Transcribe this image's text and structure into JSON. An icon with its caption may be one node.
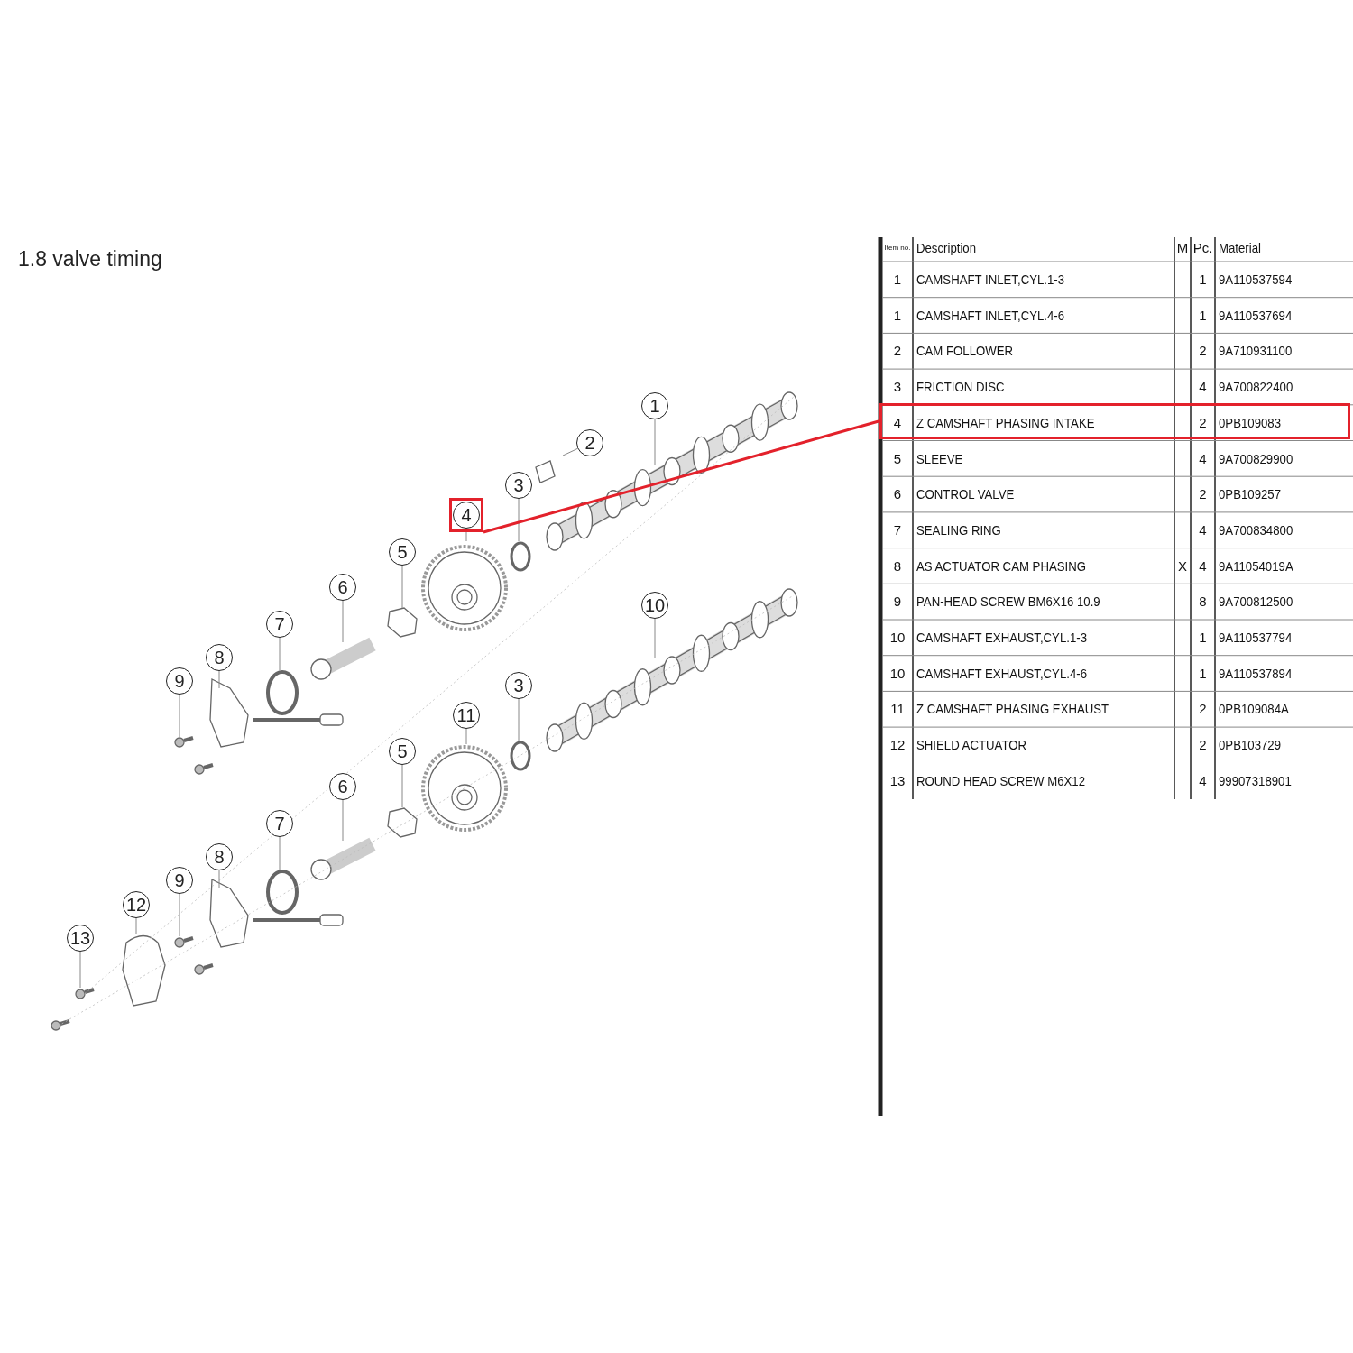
{
  "diagram": {
    "title": "1.8 valve timing",
    "nodes": [
      {
        "text": [
          "1"
        ]
      },
      {
        "text": [
          "2"
        ]
      },
      {
        "text": [
          "3"
        ]
      },
      {
        "text": [
          "4"
        ]
      },
      {
        "text": [
          "5"
        ]
      },
      {
        "text": [
          "6"
        ]
      },
      {
        "text": [
          "7"
        ]
      },
      {
        "text": [
          "8"
        ]
      },
      {
        "text": [
          "9"
        ]
      },
      {
        "text": [
          "10"
        ]
      },
      {
        "text": [
          "3"
        ]
      },
      {
        "text": [
          "11"
        ]
      },
      {
        "text": [
          "5"
        ]
      },
      {
        "text": [
          "6"
        ]
      },
      {
        "text": [
          "7"
        ]
      },
      {
        "text": [
          "8"
        ]
      },
      {
        "text": [
          "9"
        ]
      },
      {
        "text": [
          "12"
        ]
      },
      {
        "text": [
          "13"
        ]
      },
      {
        "text": [
          "4",
          "Z CAMSHAFT PHASING INTAKE",
          "2",
          "0PB109083"
        ]
      }
    ],
    "edges": [
      {
        "from": 0,
        "to": null,
        "arrow": "none"
      },
      {
        "from": 1,
        "to": null,
        "arrow": "none"
      },
      {
        "from": 2,
        "to": null,
        "arrow": "none"
      },
      {
        "from": 3,
        "to": null,
        "arrow": "none"
      },
      {
        "from": 4,
        "to": null,
        "arrow": "none"
      },
      {
        "from": 5,
        "to": null,
        "arrow": "none"
      },
      {
        "from": 6,
        "to": null,
        "arrow": "none"
      },
      {
        "from": 7,
        "to": null,
        "arrow": "none"
      },
      {
        "from": 8,
        "to": null,
        "arrow": "none"
      },
      {
        "from": 9,
        "to": null,
        "arrow": "none"
      },
      {
        "from": 10,
        "to": null,
        "arrow": "none"
      },
      {
        "from": 11,
        "to": null,
        "arrow": "none"
      },
      {
        "from": 12,
        "to": null,
        "arrow": "none"
      },
      {
        "from": 13,
        "to": null,
        "arrow": "none"
      },
      {
        "from": 14,
        "to": null,
        "arrow": "none"
      },
      {
        "from": 15,
        "to": null,
        "arrow": "none"
      },
      {
        "from": 16,
        "to": null,
        "arrow": "none"
      },
      {
        "from": 17,
        "to": null,
        "arrow": "none"
      },
      {
        "from": 18,
        "to": null,
        "arrow": "none"
      },
      {
        "from": 3,
        "to": 19,
        "arrow": "none",
        "color": "#e3212b"
      }
    ],
    "labels": [
      "Item no.",
      "Description",
      "M",
      "Pc.",
      "Material",
      "1",
      "CAMSHAFT INLET,CYL.1-3",
      "1",
      "9A110537594",
      "1",
      "CAMSHAFT INLET,CYL.4-6",
      "1",
      "9A110537694",
      "2",
      "CAM FOLLOWER",
      "2",
      "9A710931100",
      "3",
      "FRICTION DISC",
      "4",
      "9A700822400",
      "5",
      "SLEEVE",
      "4",
      "9A700829900",
      "6",
      "CONTROL VALVE",
      "2",
      "0PB109257",
      "7",
      "SEALING RING",
      "4",
      "9A700834800",
      "8",
      "AS ACTUATOR CAM PHASING",
      "X",
      "4",
      "9A11054019A",
      "9",
      "PAN-HEAD SCREW BM6X16 10.9",
      "8",
      "9A700812500",
      "10",
      "CAMSHAFT EXHAUST,CYL.1-3",
      "1",
      "9A110537794",
      "10",
      "CAMSHAFT EXHAUST,CYL.4-6",
      "1",
      "9A110537894",
      "11",
      "Z CAMSHAFT PHASING EXHAUST",
      "2",
      "0PB109084A",
      "12",
      "SHIELD ACTUATOR",
      "2",
      "0PB103729",
      "13",
      "ROUND HEAD SCREW M6X12",
      "4",
      "99907318901"
    ]
  }
}
